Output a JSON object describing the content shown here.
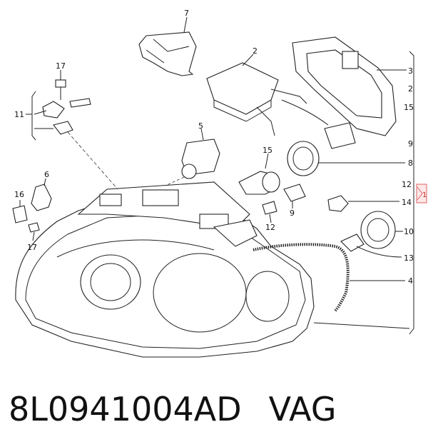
{
  "diagram": {
    "callouts": {
      "c7": "7",
      "c2a": "2",
      "c3": "3",
      "c2b": "2",
      "c15a": "15",
      "c17a": "17",
      "c11": "11",
      "c5": "5",
      "c9a": "9",
      "c8": "8",
      "c15b": "15",
      "c6": "6",
      "c12a": "12",
      "c14": "14",
      "c16": "16",
      "c9b": "9",
      "c12b": "12",
      "c10": "10",
      "c17b": "17",
      "c13": "13",
      "c4": "4",
      "marker": "1"
    }
  },
  "caption": {
    "part_number": "8L0941004AD",
    "brand": "VAG"
  }
}
